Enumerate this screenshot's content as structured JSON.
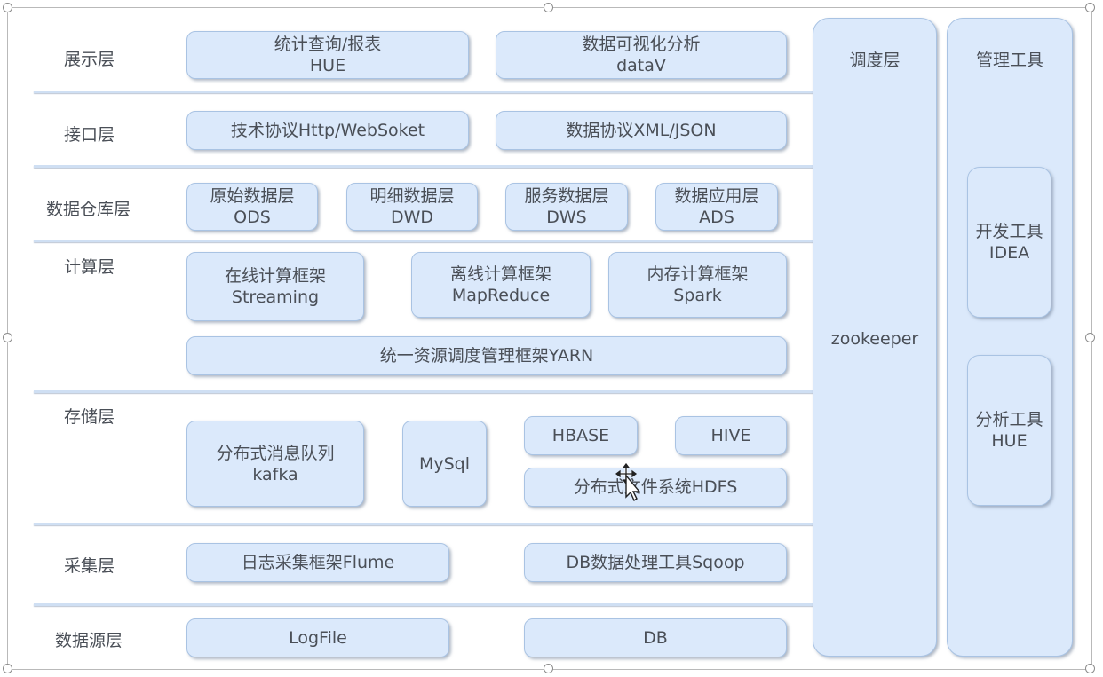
{
  "layers": [
    {
      "label": "展示层"
    },
    {
      "label": "接口层"
    },
    {
      "label": "数据仓库层"
    },
    {
      "label": "计算层"
    },
    {
      "label": "存储层"
    },
    {
      "label": "采集层"
    },
    {
      "label": "数据源层"
    }
  ],
  "presentation": {
    "stats": {
      "line1": "统计查询/报表",
      "line2": "HUE"
    },
    "visual": {
      "line1": "数据可视化分析",
      "line2": "dataV"
    }
  },
  "interface": {
    "tech": "技术协议Http/WebSoket",
    "data": "数据协议XML/JSON"
  },
  "warehouse": {
    "ods": {
      "line1": "原始数据层",
      "line2": "ODS"
    },
    "dwd": {
      "line1": "明细数据层",
      "line2": "DWD"
    },
    "dws": {
      "line1": "服务数据层",
      "line2": "DWS"
    },
    "ads": {
      "line1": "数据应用层",
      "line2": "ADS"
    }
  },
  "compute": {
    "streaming": {
      "line1": "在线计算框架",
      "line2": "Streaming"
    },
    "mapreduce": {
      "line1": "离线计算框架",
      "line2": "MapReduce"
    },
    "spark": {
      "line1": "内存计算框架",
      "line2": "Spark"
    },
    "yarn": "统一资源调度管理框架YARN"
  },
  "storage": {
    "kafka": {
      "line1": "分布式消息队列",
      "line2": "kafka"
    },
    "mysql": "MySql",
    "hbase": "HBASE",
    "hive": "HIVE",
    "hdfs": "分布式文件系统HDFS"
  },
  "collect": {
    "flume": "日志采集框架Flume",
    "sqoop": "DB数据处理工具Sqoop"
  },
  "source": {
    "logfile": "LogFile",
    "db": "DB"
  },
  "scheduler": {
    "title": "调度层",
    "content": "zookeeper"
  },
  "management": {
    "title": "管理工具",
    "dev": {
      "line1": "开发工具",
      "line2": "IDEA"
    },
    "analysis": {
      "line1": "分析工具",
      "line2": "HUE"
    }
  }
}
